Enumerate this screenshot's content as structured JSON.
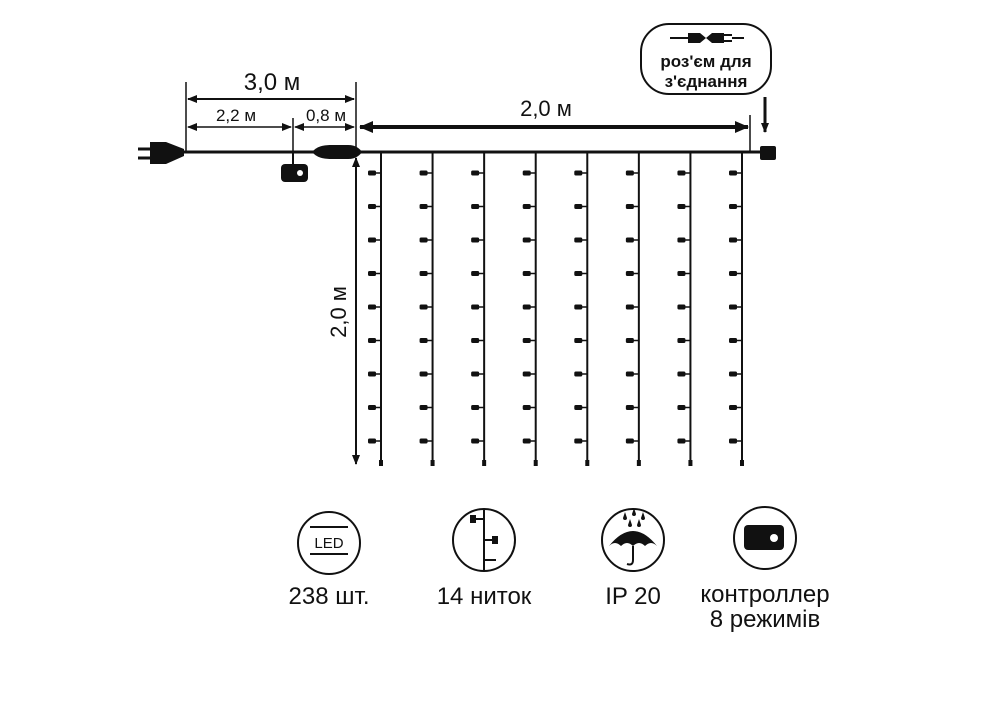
{
  "dimensions": {
    "lead_total": "3,0 м",
    "lead_part_1": "2,2 м",
    "lead_part_2": "0,8 м",
    "curtain_width": "2,0 м",
    "curtain_height": "2,0 м"
  },
  "connector_callout": {
    "line1": "роз'єм для",
    "line2": "з'єднання",
    "icon": "plug-socket-icon"
  },
  "curtain": {
    "strands_drawn": 8,
    "leds_per_strand_drawn": 9
  },
  "features": [
    {
      "icon": "led-icon",
      "badge": "LED",
      "label_lines": [
        "238 шт."
      ]
    },
    {
      "icon": "strand-icon",
      "badge": "",
      "label_lines": [
        "14 ниток"
      ]
    },
    {
      "icon": "umbrella-rain-icon",
      "badge": "",
      "label_lines": [
        "IP 20"
      ]
    },
    {
      "icon": "controller-icon",
      "badge": "",
      "label_lines": [
        "контроллер",
        "8 режимів"
      ]
    }
  ],
  "colors": {
    "ink": "#111111",
    "background": "#ffffff"
  }
}
